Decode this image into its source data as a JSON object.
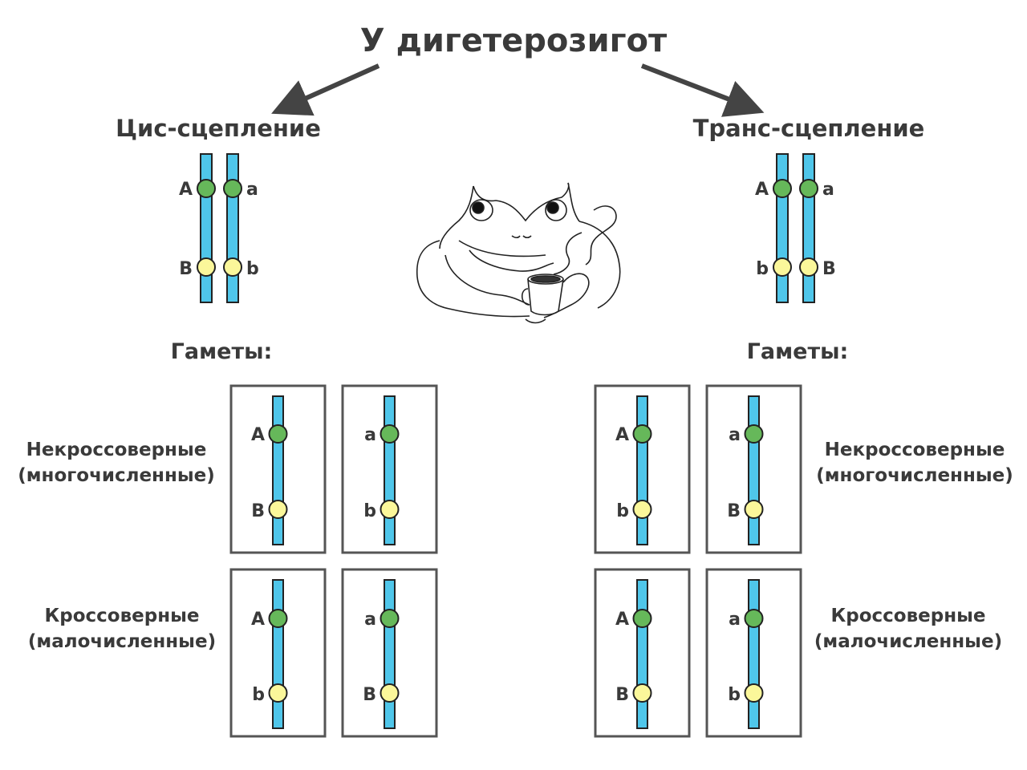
{
  "title": "У дигетерозигот",
  "cis": {
    "title": "Цис-сцепление",
    "genes": {
      "left_top": "A",
      "left_bottom": "B",
      "right_top": "a",
      "right_bottom": "b"
    },
    "gametes_title": "Гаметы:",
    "noncrossover_label_1": "Некроссоверные",
    "noncrossover_label_2": "(многочисленные)",
    "crossover_label_1": "Кроссоверные",
    "crossover_label_2": "(малочисленные)",
    "gametes": [
      {
        "top": "A",
        "bottom": "B"
      },
      {
        "top": "a",
        "bottom": "b"
      },
      {
        "top": "A",
        "bottom": "b"
      },
      {
        "top": "a",
        "bottom": "B"
      }
    ]
  },
  "trans": {
    "title": "Транс-сцепление",
    "genes": {
      "left_top": "A",
      "left_bottom": "b",
      "right_top": "a",
      "right_bottom": "B"
    },
    "gametes_title": "Гаметы:",
    "noncrossover_label_1": "Некроссоверные",
    "noncrossover_label_2": "(многочисленные)",
    "crossover_label_1": "Кроссоверные",
    "crossover_label_2": "(малочисленные)",
    "gametes": [
      {
        "top": "A",
        "bottom": "b"
      },
      {
        "top": "a",
        "bottom": "B"
      },
      {
        "top": "A",
        "bottom": "B"
      },
      {
        "top": "a",
        "bottom": "b"
      }
    ]
  },
  "colors": {
    "chromosome": "#4fc6ea",
    "dominant_allele": "#66b85a",
    "recessive_allele": "#fbf79a",
    "text": "#3a3a3a"
  }
}
